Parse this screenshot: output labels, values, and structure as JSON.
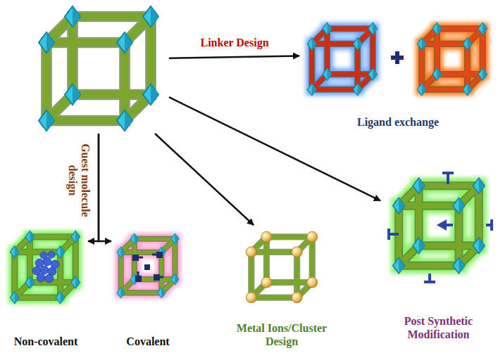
{
  "diagram": {
    "nodes": [
      {
        "text": []
      },
      {
        "text": [
          "Ligand exchange"
        ]
      },
      {
        "text": [
          "Non-covalent"
        ]
      },
      {
        "text": [
          "Covalent"
        ]
      },
      {
        "text": [
          "Metal Ions/Cluster Design"
        ]
      },
      {
        "text": [
          "Post Synthetic Modification"
        ]
      }
    ],
    "edges": [
      {
        "from": 0,
        "to": 1,
        "arrow": "to",
        "label": "Linker Design"
      },
      {
        "from": 0,
        "to": 2,
        "arrow": "to",
        "label": "Guest molecule design"
      },
      {
        "from": 0,
        "to": 3,
        "arrow": "to"
      },
      {
        "from": 0,
        "to": 4,
        "arrow": "to"
      },
      {
        "from": 0,
        "to": 5,
        "arrow": "to"
      }
    ]
  }
}
